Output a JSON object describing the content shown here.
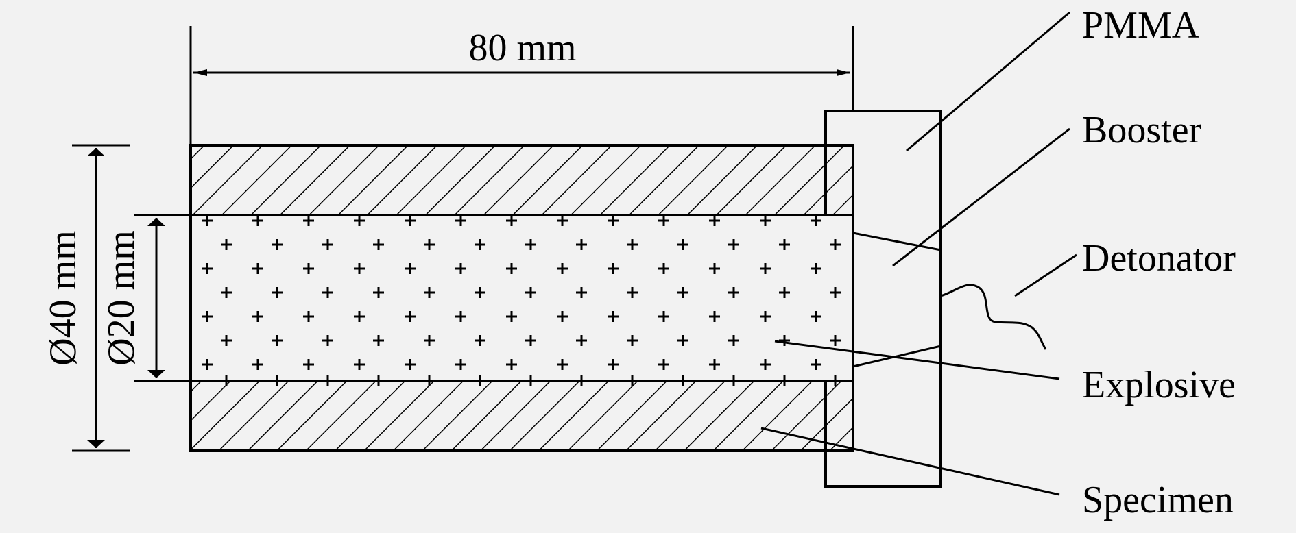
{
  "diagram": {
    "dimensions": {
      "length": "80 mm",
      "outer_diameter": "Ø40 mm",
      "inner_diameter": "Ø20 mm"
    },
    "labels": {
      "pmma": "PMMA",
      "booster": "Booster",
      "detonator": "Detonator",
      "explosive": "Explosive",
      "specimen": "Specimen"
    },
    "colors": {
      "background": "#f2f2f2",
      "ink": "#000000"
    }
  }
}
